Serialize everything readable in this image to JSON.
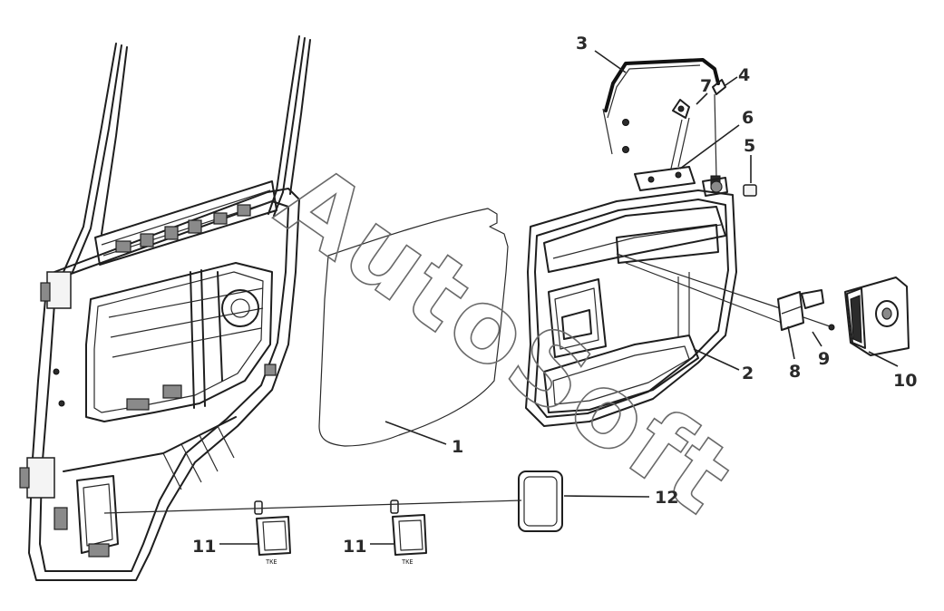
{
  "watermark": "AutoSoft",
  "callouts": [
    {
      "id": "1",
      "label": "1"
    },
    {
      "id": "2",
      "label": "2"
    },
    {
      "id": "3",
      "label": "3"
    },
    {
      "id": "4",
      "label": "4"
    },
    {
      "id": "5",
      "label": "5"
    },
    {
      "id": "6",
      "label": "6"
    },
    {
      "id": "7",
      "label": "7"
    },
    {
      "id": "8",
      "label": "8"
    },
    {
      "id": "9",
      "label": "9"
    },
    {
      "id": "10",
      "label": "10"
    },
    {
      "id": "11a",
      "label": "11"
    },
    {
      "id": "11b",
      "label": "11"
    },
    {
      "id": "12",
      "label": "12"
    }
  ]
}
